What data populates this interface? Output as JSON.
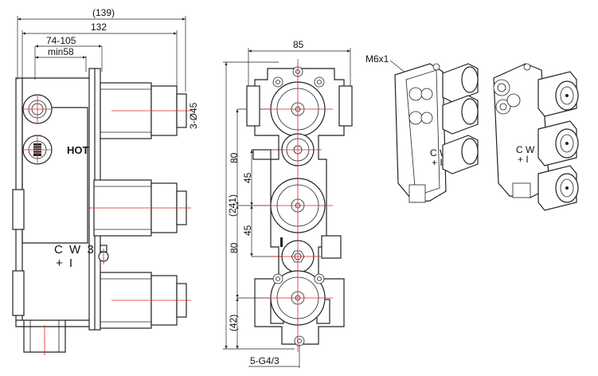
{
  "side_view": {
    "dim_overall": "(139)",
    "dim_width": "132",
    "dim_range": "74-105",
    "dim_min": "min58",
    "dim_outlets": "3-Ø45",
    "label_hot": "HOT",
    "label_cw": "C W 3",
    "label_sign": "+ I"
  },
  "front_view": {
    "dim_width": "85",
    "dim_total": "(241)",
    "dim_80_top": "80",
    "dim_45_top": "45",
    "dim_45_bottom": "45",
    "dim_80_bottom": "80",
    "dim_42": "(42)",
    "dim_ports": "5-G4/3"
  },
  "iso_view": {
    "label_bolt": "M6x1"
  }
}
